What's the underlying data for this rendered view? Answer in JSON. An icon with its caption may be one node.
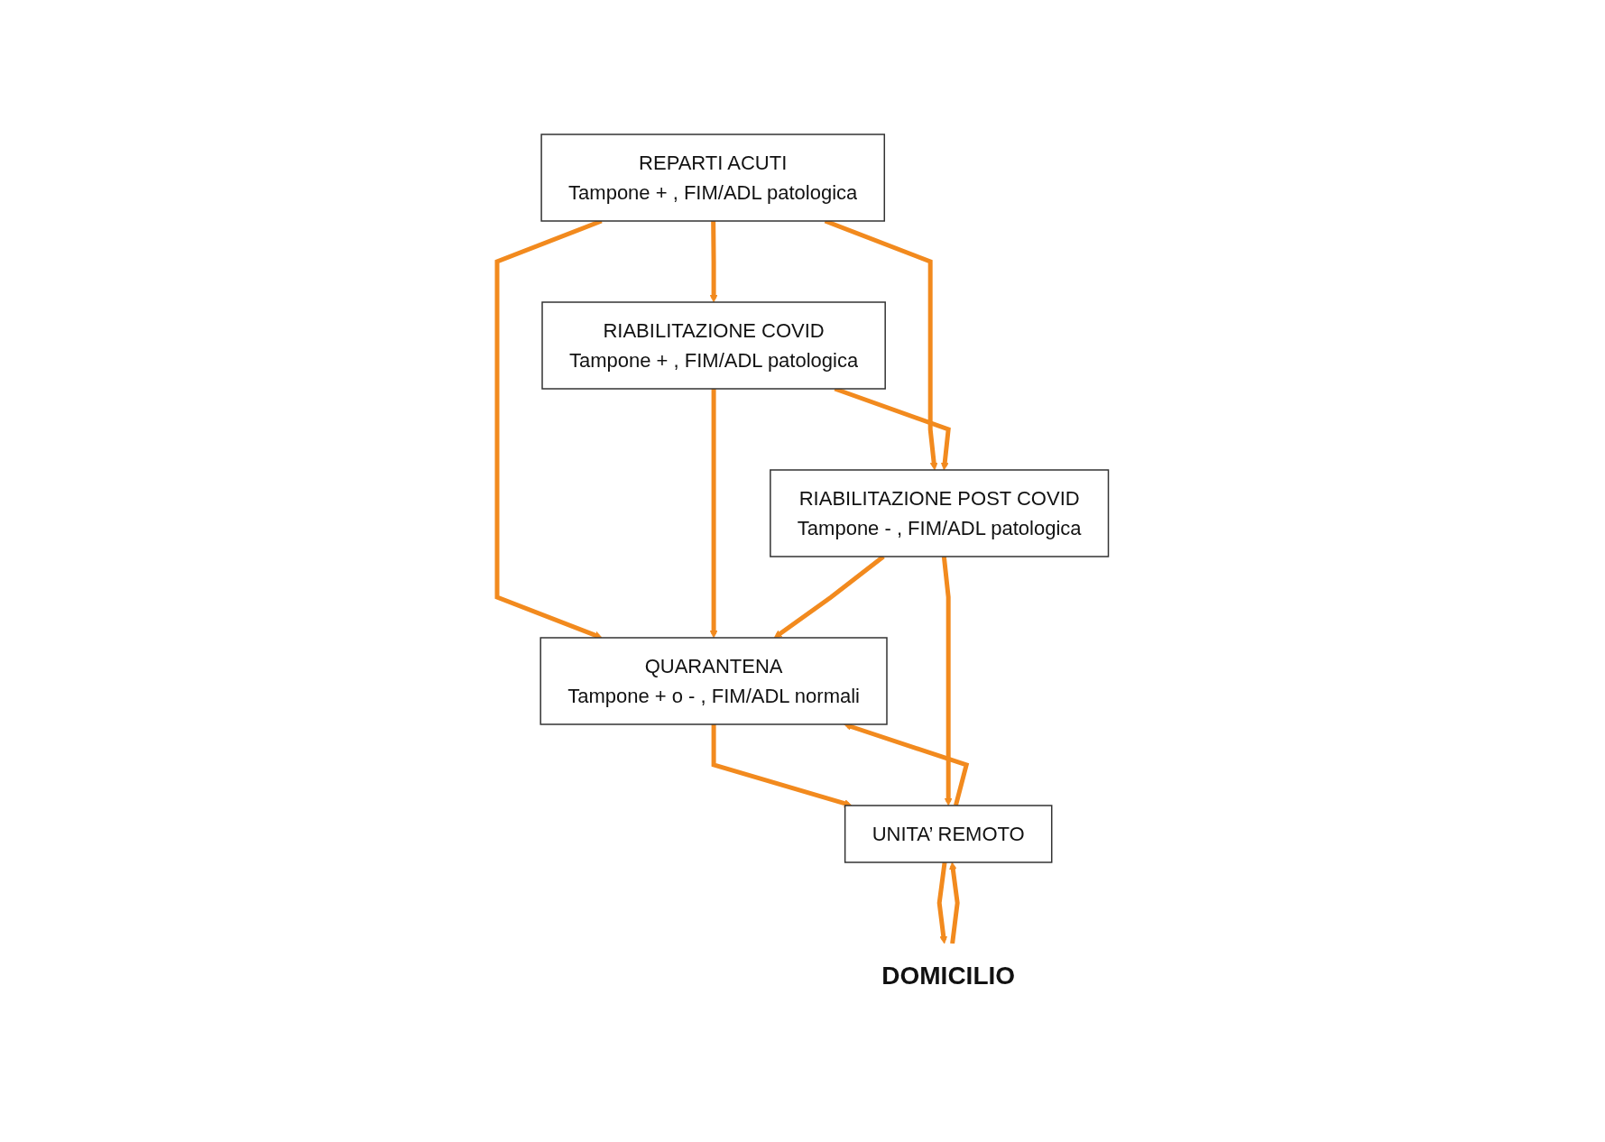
{
  "diagram": {
    "nodes": [
      {
        "text": [
          "REPARTI ACUTI",
          "Tampone + , FIM/ADL patologica"
        ]
      },
      {
        "text": [
          "RIABILITAZIONE COVID",
          "Tampone + , FIM/ADL patologica"
        ]
      },
      {
        "text": [
          "QUARANTENA",
          "Tampone + o - , FIM/ADL normali"
        ]
      },
      {
        "text": [
          "RIABILITAZIONE POST COVID",
          "Tampone - , FIM/ADL patologica"
        ]
      },
      {
        "text": [
          "UNITA’ REMOTO"
        ]
      },
      {
        "text": [
          "DOMICILIO"
        ]
      }
    ],
    "edges": [
      {
        "from": 0,
        "to": 1,
        "arrow": "to"
      },
      {
        "from": 0,
        "to": 2,
        "arrow": "to"
      },
      {
        "from": 0,
        "to": 3,
        "arrow": "to"
      },
      {
        "from": 1,
        "to": 2,
        "arrow": "to"
      },
      {
        "from": 3,
        "to": 2,
        "arrow": "to"
      },
      {
        "from": 1,
        "to": 3,
        "arrow": "to"
      },
      {
        "from": 2,
        "to": 4,
        "arrow": "to"
      },
      {
        "from": 4,
        "to": 2,
        "arrow": "to"
      },
      {
        "from": 3,
        "to": 4,
        "arrow": "to"
      },
      {
        "from": 4,
        "to": 5,
        "arrow": "to"
      },
      {
        "from": 5,
        "to": 4,
        "arrow": "to"
      }
    ]
  }
}
